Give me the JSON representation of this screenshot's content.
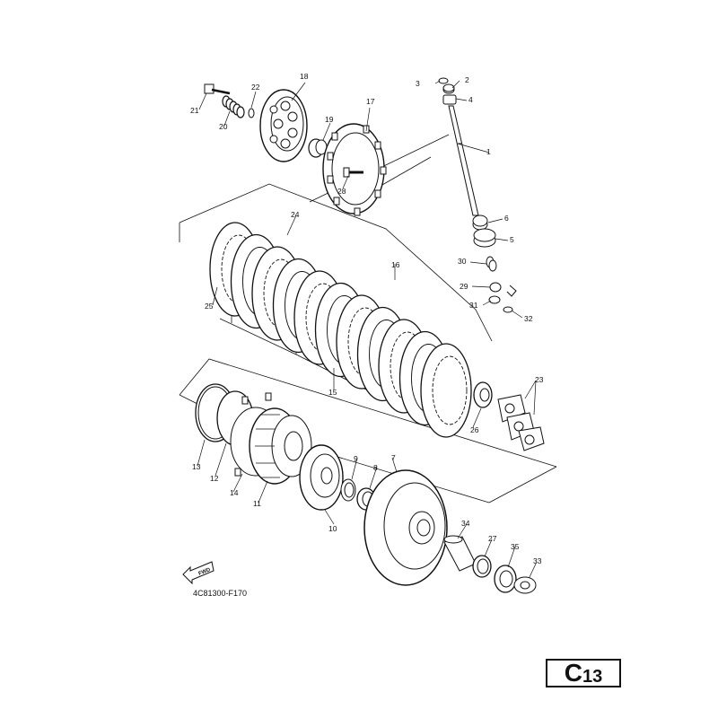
{
  "diagram": {
    "part_labels": [
      "1",
      "2",
      "3",
      "4",
      "5",
      "6",
      "7",
      "8",
      "9",
      "10",
      "11",
      "12",
      "13",
      "14",
      "15",
      "16",
      "17",
      "18",
      "19",
      "20",
      "21",
      "22",
      "23",
      "24",
      "25",
      "26",
      "27",
      "28",
      "29",
      "30",
      "31",
      "32",
      "33",
      "34",
      "35"
    ],
    "fwd_label": "FWD",
    "figure_code": "4C81300-F170",
    "page_letter": "C",
    "page_number": "13"
  }
}
